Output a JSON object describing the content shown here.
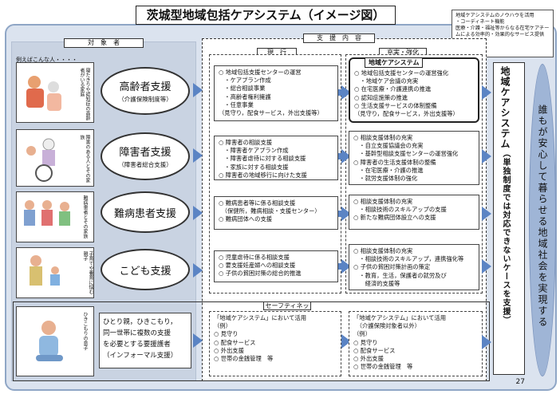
{
  "title": "茨城型地域包括ケアシステム（イメージ図）",
  "info_box": {
    "line1": "地域ケアシステムのノウハウを活用",
    "line2": "・コーディネート機能",
    "line3": "医療・介護・福祉等からなる在宅ケアチームによる効率的・効果的なサービス提供"
  },
  "headers": {
    "target": "対　象　者",
    "support": "支　援　内　容",
    "current": "現　行",
    "enhanced": "充実・強化",
    "safety": "セーフティネット"
  },
  "example_label": "例えばこんな人・・・・",
  "persons": [
    {
      "caption": "寝たきりや認知症の高齢者がいる家庭"
    },
    {
      "caption": "障害のある人とその家族"
    },
    {
      "caption": "難病患者とその家族"
    },
    {
      "caption": "子育てや養育に悩む親子"
    },
    {
      "caption": "ひきこもりの息子"
    }
  ],
  "categories": [
    {
      "name": "高齢者支援",
      "sub": "（介護保険制度等）"
    },
    {
      "name": "障害者支援",
      "sub": "（障害者総合支援）"
    },
    {
      "name": "難病患者支援",
      "sub": ""
    },
    {
      "name": "こども支援",
      "sub": ""
    }
  ],
  "informal": "ひとり親，ひきこもり，\n同一世帯に複数の支援\nを必要とする要援護者\n（インフォーマル支援）",
  "current_lists": [
    "○ 地域包括支援センターの運営\n　・ケアプラン作成\n　・総合相談事業\n　・高齢者権利擁護\n　・任意事業\n（見守り，配食サービス，外出支援等）",
    "○ 障害者の相談支援\n　・障害者ケアプラン作成\n　・障害者虐待に対する相談支援\n　・家族に対する相談支援\n○ 障害者の地域移行に向けた支援",
    "○ 難病患者等に係る相談支援\n　（保健所，難病相談・支援センター）\n○ 難病団体への支援",
    "○ 児童虐待に係る相談支援\n○ 要支援妊産婦への相談支援\n○ 子供の貧困対策の総合的推進"
  ],
  "enhanced_label": "地域ケアシステム",
  "enhanced_lists": [
    "○ 地域包括支援センターの運営強化\n　・地域ケア会議の充実\n○ 在宅医療・介護連携の推進\n○ 認知症施策の推進\n○ 生活支援サービスの体制整備\n（見守り，配食サービス，外出支援等）",
    "○ 相談支援体制の充実\n　・自立支援協議会の充実\n　・基幹型相談支援センターの運営強化\n○ 障害者の生活支援体制の整備\n　・在宅医療・介護の推進\n　・就労支援体制の強化",
    "○ 相談支援体制の充実\n　・相談技術のスキルアップの支援\n○ 新たな難病団体設立への支援",
    "○ 相談支援体制の充実\n　・相談技術のスキルアップ，連携強化等\n○ 子供の貧困対策計画の策定\n　・教育，生活，保護者の就労及び\n　　経済的支援等"
  ],
  "safety_current": "「地域ケアシステム」において活用\n（例）\n○ 見守り\n○ 配食サービス\n○ 外出支援\n○ 世帯の金銭管理　等",
  "safety_enhanced": "「地域ケアシステム」において活用\n　（介護保険対象者以外）\n（例）\n○ 見守り\n○ 配食サービス\n○ 外出支援\n○ 世帯の金銭管理　等",
  "central_title": "地域ケアシステム",
  "central_sub": "（単独制度では対応できないケースを支援）",
  "goal": "誰もが安心して暮らせる地域社会を実現する",
  "page_number": "27"
}
